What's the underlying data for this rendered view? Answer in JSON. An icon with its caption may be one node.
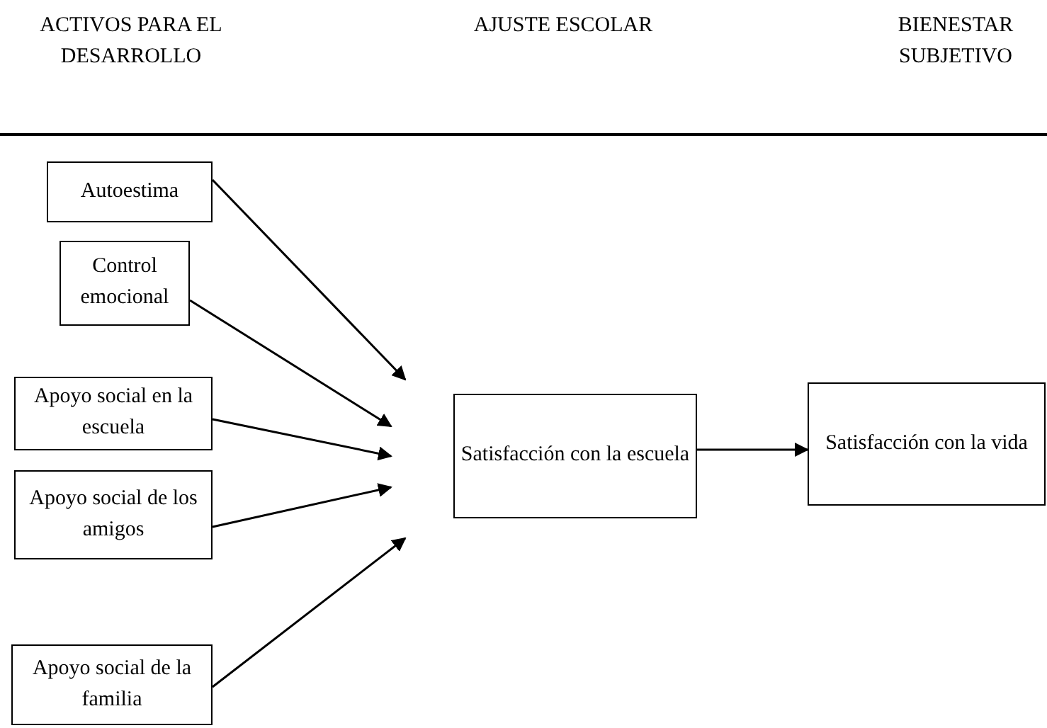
{
  "diagram": {
    "nodes": [
      {
        "text": [
          "Autoestima"
        ]
      },
      {
        "text": [
          "Control emocional"
        ]
      },
      {
        "text": [
          "Apoyo social en la escuela"
        ]
      },
      {
        "text": [
          "Apoyo social de los amigos"
        ]
      },
      {
        "text": [
          "Apoyo social de la familia"
        ]
      },
      {
        "text": [
          "Satisfacción con la escuela"
        ]
      },
      {
        "text": [
          "Satisfacción con la vida"
        ]
      }
    ],
    "edges": [
      {
        "from": 0,
        "to": null,
        "arrow": "to"
      },
      {
        "from": 1,
        "to": null,
        "arrow": "to"
      },
      {
        "from": 2,
        "to": null,
        "arrow": "to"
      },
      {
        "from": 3,
        "to": null,
        "arrow": "to"
      },
      {
        "from": 4,
        "to": null,
        "arrow": "to"
      },
      {
        "from": 5,
        "to": 6,
        "arrow": "to"
      }
    ],
    "labels": [
      "ACTIVOS PARA EL DESARROLLO",
      "AJUSTE ESCOLAR",
      "BIENESTAR SUBJETIVO"
    ]
  }
}
